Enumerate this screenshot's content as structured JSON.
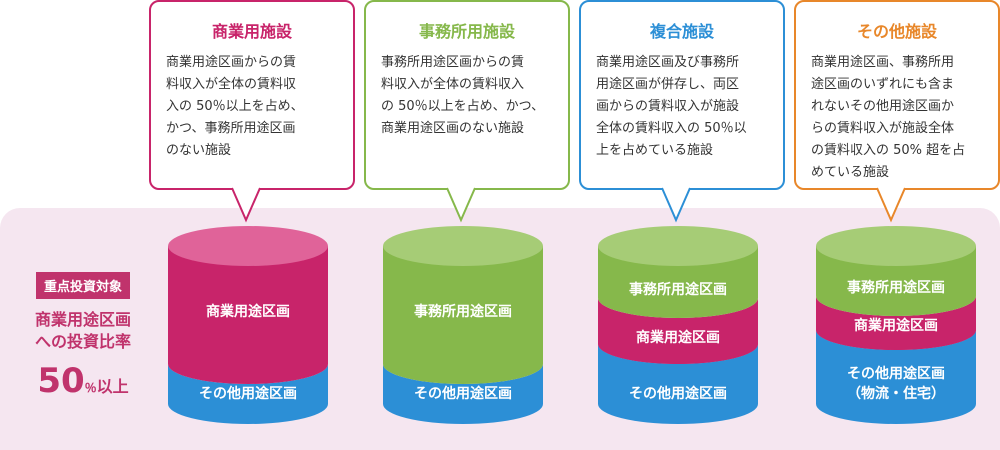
{
  "colors": {
    "commercial_magenta": "#c8246a",
    "office_green": "#86b84b",
    "other_blue": "#2c8fd6",
    "complex_border_blue": "#2c8fd6",
    "other_border_orange": "#e8872a",
    "band_pink": "#f5e6f0"
  },
  "callouts": [
    {
      "title": "商業用施設",
      "text": "商業用途区画からの賃\n料収入が全体の賃料収\n入の 50％以上を占め、\nかつ、事務所用途区画\nのない施設"
    },
    {
      "title": "事務所用施設",
      "text": "事務所用途区画からの賃\n料収入が全体の賃料収入\nの 50％以上を占め、かつ、\n商業用途区画のない施設"
    },
    {
      "title": "複合施設",
      "text": "商業用途区画及び事務所\n用途区画が併存し、両区\n画からの賃料収入が施設\n全体の賃料収入の 50％以\n上を占めている施設"
    },
    {
      "title": "その他施設",
      "text": "商業用途区画、事務所用\n途区画のいずれにも含ま\nれないその他用途区画か\nらの賃料収入が施設全体\nの賃料収入の 50% 超を占\nめている施設"
    }
  ],
  "cylinders": [
    {
      "segments": [
        "商業用途区画",
        "その他用途区画"
      ]
    },
    {
      "segments": [
        "事務所用途区画",
        "その他用途区画"
      ]
    },
    {
      "segments": [
        "事務所用途区画",
        "商業用途区画",
        "その他用途区画"
      ]
    },
    {
      "segments": [
        "事務所用途区画",
        "商業用途区画",
        "その他用途区画\n（物流・住宅）"
      ]
    }
  ],
  "focus": {
    "badge": "重点投資対象",
    "label": "商業用途区画\nへの投資比率",
    "percent_number": "50",
    "percent_unit": "％",
    "percent_suffix": "以上"
  }
}
